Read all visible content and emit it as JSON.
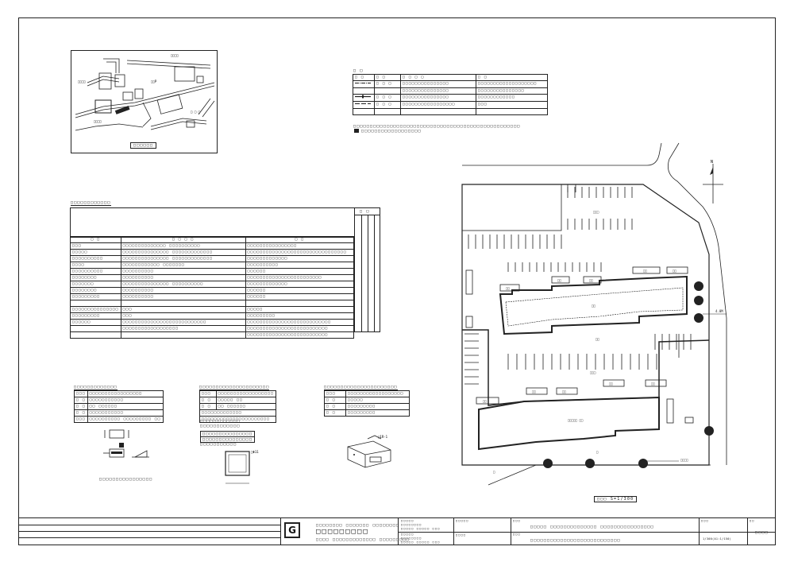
{
  "location_map": {
    "caption": "□□□□□□",
    "labels": {
      "top_road": "□□□□",
      "left": "□□□□",
      "center": "□□P",
      "site": "□□□□",
      "small": "□ □ □"
    }
  },
  "legend": {
    "title": "□ □",
    "headers": [
      "□ □",
      "□ □",
      "□ □ □ □",
      "□ □"
    ],
    "rows": [
      [
        "□ □ □",
        "□□□□□□□□□□□□□□□",
        "□□□□□□□□□□□□□□□□□□□"
      ],
      [
        "",
        "□□□□□□□□□□□□□□□",
        "□□□□□□□□□□□□□□□"
      ],
      [
        "□ □ □",
        "□□□□□□□□□□□□□□□",
        "□□□□□□□□□□□□"
      ],
      [
        "□ □ □",
        "□□□□□□□□□□□□□□□□□",
        "□□□"
      ],
      [
        "",
        "",
        ""
      ]
    ],
    "note1": "□□□□□□□□□□□□□□□□□□□□□□□□□□□□□□□□□□□□□□□□□□□□□□□□□□",
    "note2": "□□□□□□□□□□□□□□□□□□"
  },
  "spec_table": {
    "title": "□□□□□□□□□□□□",
    "headers": [
      "□ □",
      "□ □ □ □",
      "□ □"
    ],
    "check_header": "□ □",
    "rows": [
      [
        "□□□",
        "□□□□□□□□□□□□□□  □□□□□□□□□□",
        "□□□□□□□□□□□□□□□□"
      ],
      [
        "□□□□□",
        "□□□□□□□□□□□□□□□  □□□□□□□□□□□□□",
        "□□□□□□□□□□□□□□□□□□□□□□□□□□□□□□□□"
      ],
      [
        "□□□□□□□□□□",
        "□□□□□□□□□□□□□□□  □□□□□□□□□□□□□",
        "□□□□□□□□□□□□□"
      ],
      [
        "□□□□",
        "□□□□□□□□□□□□  □□□□□□□",
        "□□□□□□□□□□"
      ],
      [
        "□□□□□□□□□□",
        "□□□□□□□□□□",
        "□□□□□□"
      ],
      [
        "□□□□□□□□",
        "□□□□□□□□□□",
        "□□□□□□□□□□□□□□□□□□□□□□□□"
      ],
      [
        "□□□□□□□",
        "□□□□□□□□□□□□□□□  □□□□□□□□□□",
        "□□□□□□□□□□□□□"
      ],
      [
        "□□□□□□□□",
        "□□□□□□□□□□",
        "□□□□□□"
      ],
      [
        "□□□□□□□□□",
        "□□□□□□□□□□",
        "□□□□□□"
      ],
      [
        "",
        "",
        ""
      ],
      [
        "□□□□□□□□□□□□□□□",
        "□□□",
        "□□□□□"
      ],
      [
        "□□□□□□□□□",
        "□□□",
        "□□□□□□□□□"
      ],
      [
        "□□□□□□",
        "□□□□□□□□□□□□□□□□□□□□□□□□□□□",
        "□□□□□□□□□□□□□□□□□□□□□□□□□□□"
      ],
      [
        "",
        "□□□□□□□□□□□□□□□□□□",
        "□□□□□□□□□□□□□□□□□□□□□□□□□□"
      ],
      [
        "",
        "",
        "□□□□□□□□□□□□□□□□□□□□□□□□□□"
      ]
    ]
  },
  "details": [
    {
      "title": "□□□□□□□□□□□□□",
      "rows": [
        [
          "□□□",
          "□□□□□□□□□□□□□□□□□"
        ],
        [
          "□ □",
          "□□□□□□□□□□□"
        ],
        [
          "□ □",
          "□□ □□□□□□"
        ],
        [
          "□ □",
          "□□□□□□□□□□□"
        ],
        [
          "□□□",
          "□□□□□□□□□□ □□□□□□□□□ □□"
        ]
      ],
      "caption": "□□□□□□□□□□□□□□□□"
    },
    {
      "title": "□□□□□□□□□□□□□□□□□□□□□",
      "rows": [
        [
          "□□□",
          "□□□□□□□□□□□□□□□□□□"
        ],
        [
          "□ □",
          "□□□□□ □□"
        ],
        [
          "□ □",
          "□□ □□□□□□"
        ],
        [
          "□□□□□□□□□□□□□",
          ""
        ],
        [
          "□□□□□□□□□□□□□□□□□□□□□□",
          ""
        ]
      ],
      "extra": [
        "□□□□□□□□□□□□",
        "□□□□□□□□□□□□",
        "□□□□□□□□□□□□□□□",
        "□□□□□□□□□□□□□□□",
        "□□□□□□□□□□□"
      ],
      "dim": "□Φ11"
    },
    {
      "title": "□□□□□□□□□□□□□□□□□□□□□□",
      "rows": [
        [
          "□□□",
          "□□□□□□□□□□□□□□□□□□"
        ],
        [
          "□ □",
          "□□□□□"
        ],
        [
          "□ □",
          "□□□□□□□□□"
        ],
        [
          "□ □",
          "□□□□□□□□□"
        ]
      ],
      "tag": "□1R-1"
    }
  ],
  "site_plan": {
    "caption": "□□□ S=1/300",
    "labels": [
      "□□□",
      "□□",
      "□□",
      "□□□",
      "□□□□□ □□",
      "□□",
      "□□",
      "□□",
      "□□",
      "□□",
      "□□",
      "□□",
      "□□",
      "□□",
      "□",
      "□",
      "□□□□",
      "4.0M",
      "□□"
    ]
  },
  "title_block": {
    "logo_letter": "G",
    "company_line1": "□□□□□□□□ □□□□□□□ □□□□□□□□",
    "company_big": "□□□□□□□□□",
    "company_line2": "□□□□ □□□□□□□□□□□□□ □□□□□□□□□",
    "sign_a": [
      "□□□□□",
      "□□□□□□□□",
      "□□□□□ □□□□□ □□□"
    ],
    "sign_b": [
      "□□□□□",
      "□□□□□□□□",
      "□□□□□ □□□□□ □□□"
    ],
    "label_project": "□□□",
    "project": "□□□□□ □□□□□□□□□□□□□□ □□□□□□□□□□□□□□□□",
    "label_drawing": "□□□",
    "drawing": "□□□□□□□□□□□□□□□□□□□□□□□□□□□",
    "scale_label": "□□□",
    "scale": "1/300(A1:1/150)",
    "no_label": "□□",
    "sheet_no": "□□□□",
    "date_label": "□□□□□",
    "approver_label": "□□□□"
  },
  "north": "N"
}
